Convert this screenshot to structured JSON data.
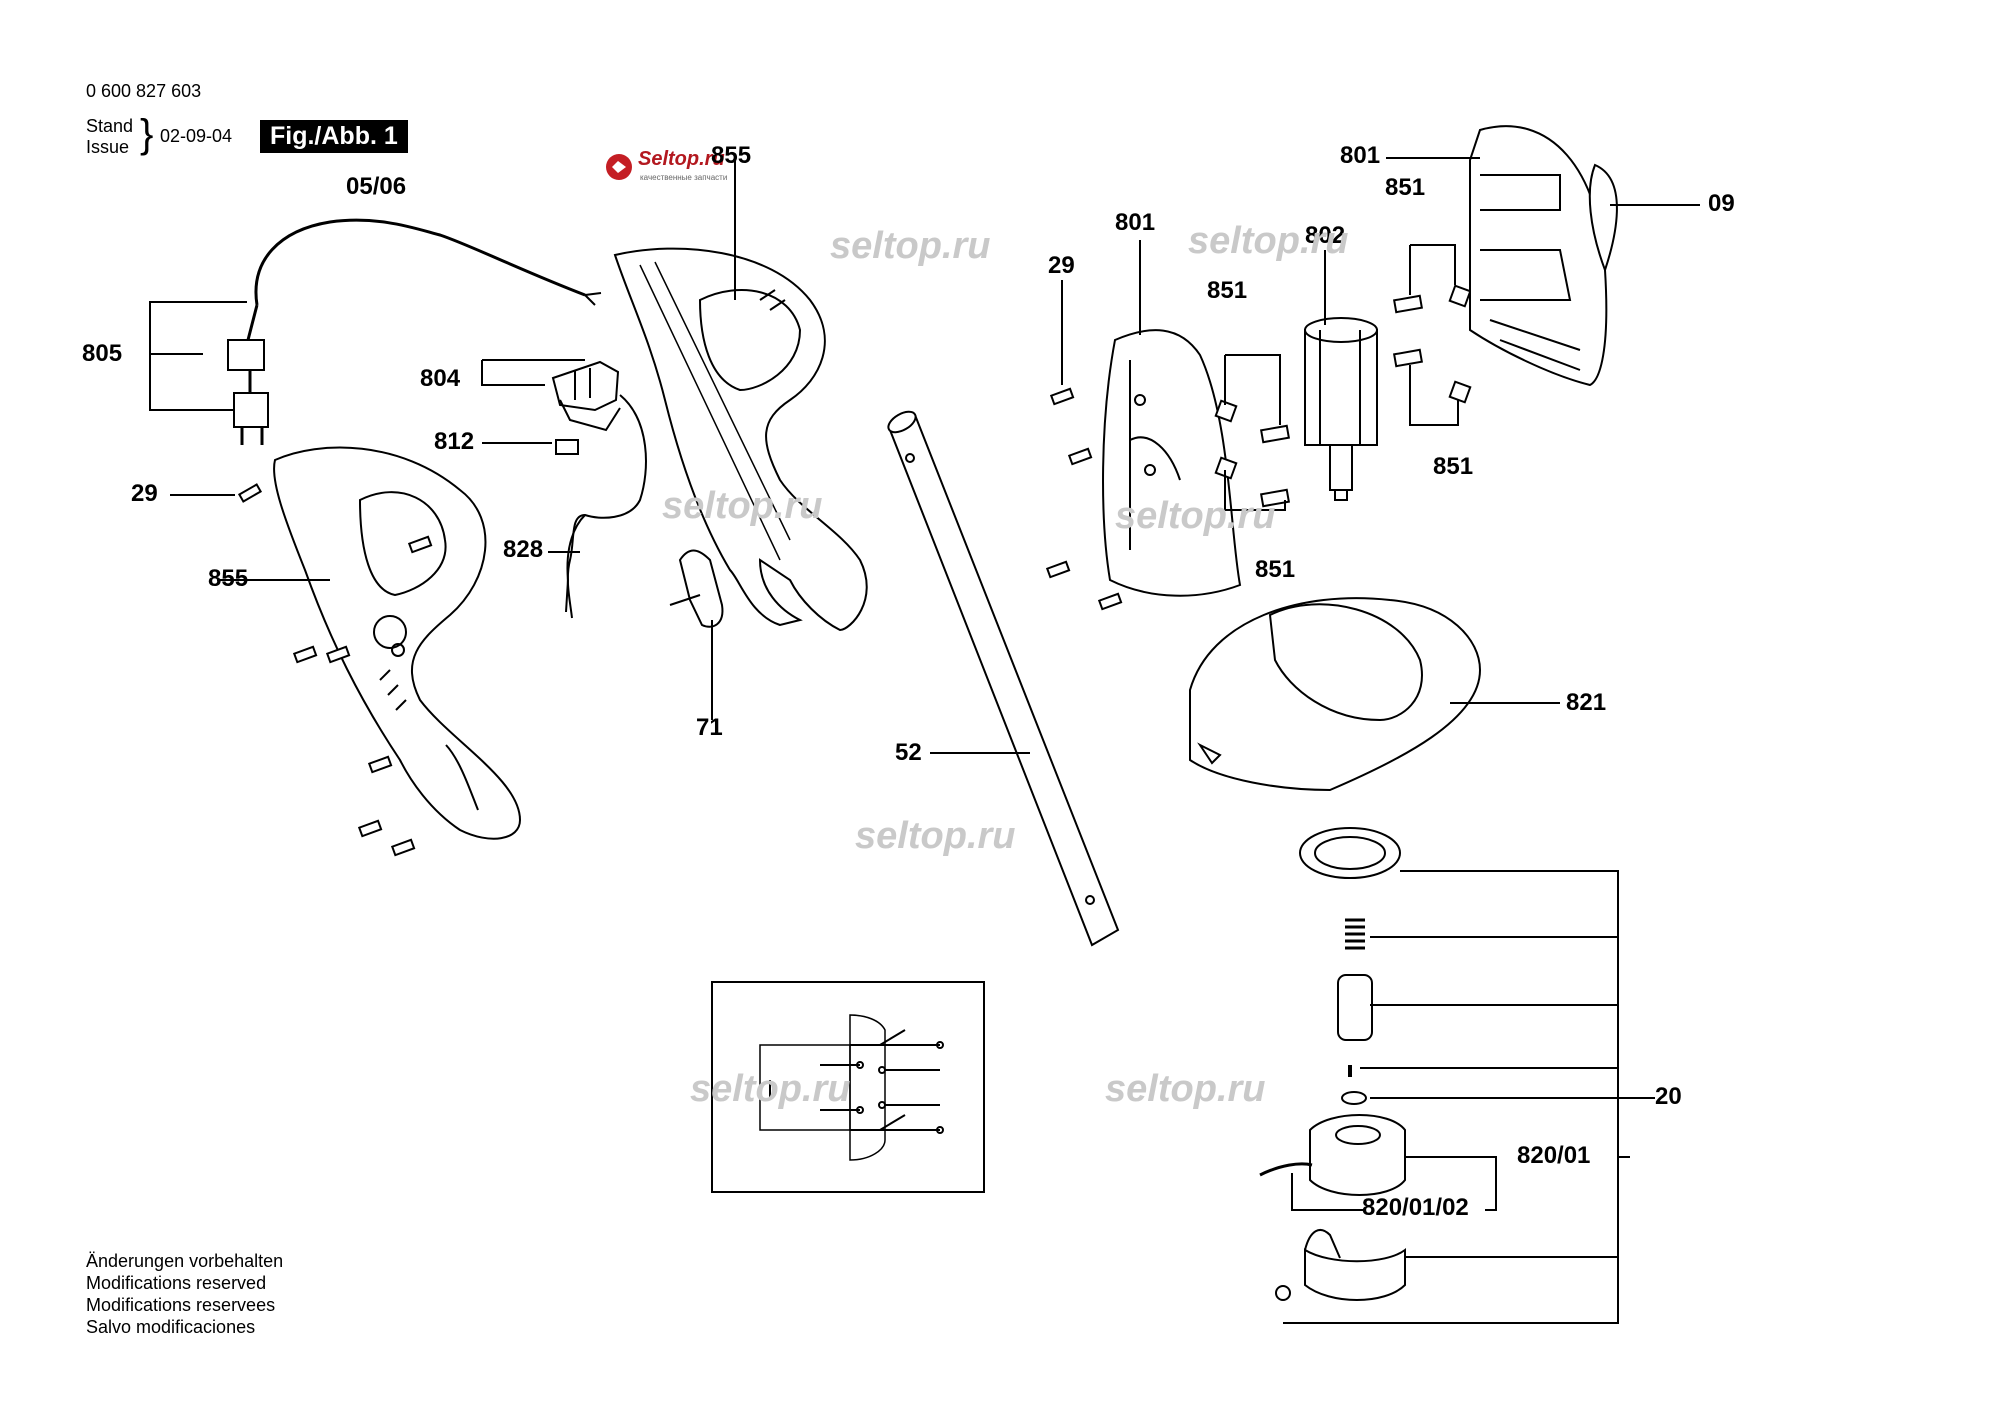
{
  "header": {
    "part_number": "0 600 827 603",
    "stand": "Stand",
    "issue": "Issue",
    "date": "02-09-04",
    "figure": "Fig./Abb. 1"
  },
  "logo": {
    "name": "Seltop.ru",
    "tagline": "качественные запчасти"
  },
  "watermark": "seltop.ru",
  "labels": {
    "l_0506": "05/06",
    "l_805": "805",
    "l_804": "804",
    "l_812": "812",
    "l_29a": "29",
    "l_855a": "855",
    "l_828": "828",
    "l_855b": "855",
    "l_71": "71",
    "l_52": "52",
    "l_29b": "29",
    "l_801a": "801",
    "l_802": "802",
    "l_851a": "851",
    "l_851b": "851",
    "l_851c": "851",
    "l_851d": "851",
    "l_801b": "801",
    "l_09": "09",
    "l_821": "821",
    "l_20": "20",
    "l_82001": "820/01",
    "l_8200102": "820/01/02"
  },
  "footer": {
    "line1": "Änderungen vorbehalten",
    "line2": "Modifications reserved",
    "line3": "Modifications reservees",
    "line4": "Salvo modificaciones"
  }
}
